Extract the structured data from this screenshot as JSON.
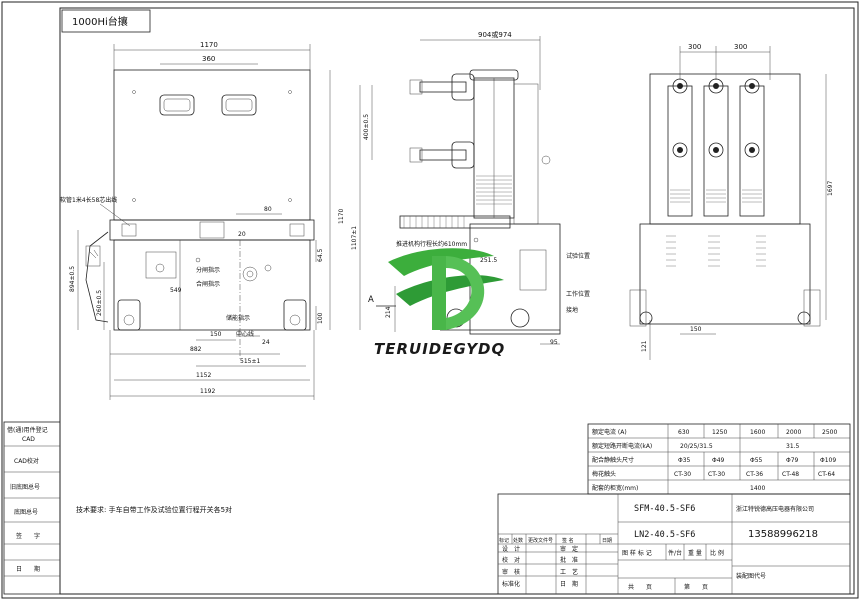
{
  "title_box": "1000Hi台攘",
  "dimensions": {
    "front_width_1170": "1170",
    "front_360": "360",
    "front_80": "80",
    "front_20": "20",
    "front_24": "24",
    "front_150": "150",
    "front_882": "882",
    "front_515": "515±1",
    "front_1152": "1152",
    "front_1192": "1192",
    "front_549": "549",
    "front_260": "260±0.5",
    "front_894": "894±0.5",
    "front_1170v": "1170",
    "front_64": "64.5",
    "front_100": "100",
    "side_904": "904或974",
    "side_400": "400±0.5",
    "side_1107": "1107±1",
    "side_251": "251.5",
    "side_214": "214",
    "side_95": "95",
    "side_A": "A",
    "right_300a": "300",
    "right_300b": "300",
    "right_1697": "1697",
    "right_150": "150",
    "right_121": "121"
  },
  "annotations": {
    "cable": "软管1米4长58芯出线",
    "track": "推进机构行程长约610mm",
    "front_small_1": "分闸指示",
    "front_small_2": "合闸指示",
    "front_small_3": "储能指示",
    "front_small_4": "中心线",
    "side_small_1": "试验位置",
    "side_small_2": "工作位置",
    "side_small_3": "接地"
  },
  "logo_text": "TERUIDEGYDQ",
  "spec_table": {
    "rows": [
      {
        "label": "额定电流 (A)",
        "cells": [
          "630",
          "1250",
          "1600",
          "2000",
          "2500"
        ]
      },
      {
        "label": "额定短路开断电流(kA)",
        "cells": [
          "20/25/31.5",
          "31.5"
        ]
      },
      {
        "label": "配合静触头尺寸",
        "cells": [
          "Φ35",
          "Φ49",
          "Φ55",
          "Φ79",
          "Φ109"
        ]
      },
      {
        "label": "梅花触头",
        "cells": [
          "CT-30",
          "CT-30",
          "CT-36",
          "CT-48",
          "CT-64"
        ]
      },
      {
        "label": "配套的柜宽(mm)",
        "cells": [
          "1400"
        ]
      }
    ]
  },
  "left_strip": [
    "借(通)用件登记",
    "CAD",
    "CAD校对",
    "旧底图总号",
    "底图总号",
    "签　　字",
    "日　　期"
  ],
  "tech_req": "技术要求: 手车自带工作及试验位置行程开关各5对",
  "title_block": {
    "model1": "SFM-40.5-SF6",
    "model2": "LN2-40.5-SF6",
    "company": "浙江特锐德高压电器有限公司",
    "phone": "13588996218",
    "hdr": [
      "标记",
      "处数",
      "更改文件号",
      "签 名",
      "日期"
    ],
    "roles_l": [
      "设　计",
      "校　对",
      "审　核",
      "标准化"
    ],
    "roles_r": [
      "审　定",
      "批　准",
      "工　艺",
      "日　期"
    ],
    "stage": [
      "图 样 标 记",
      "件/台",
      "重 量",
      "比 例"
    ],
    "sheet": [
      "共　　页",
      "第　　页"
    ],
    "assembly": "装配图代号"
  }
}
